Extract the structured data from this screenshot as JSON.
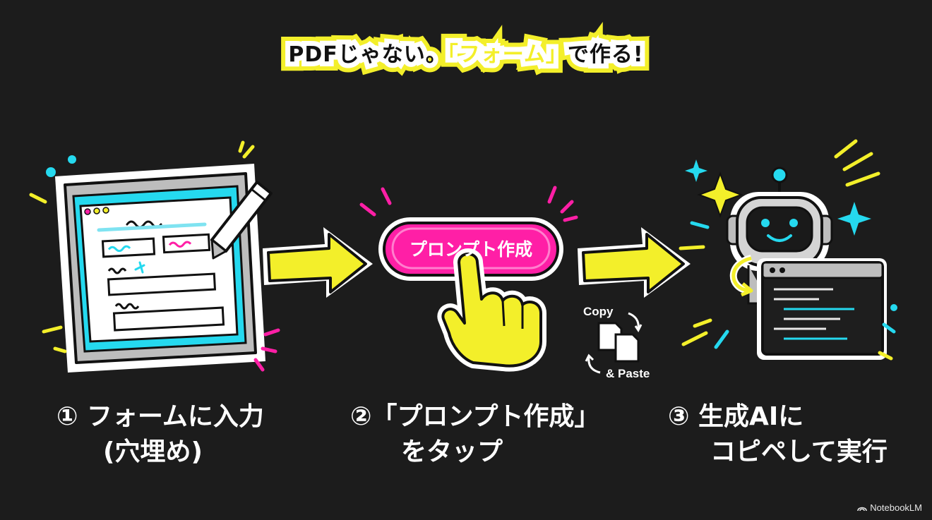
{
  "title": {
    "part1": "PDFじゃない。",
    "part2": "「フォーム」",
    "part3": "で作る!"
  },
  "steps": [
    {
      "line1": "① フォームに入力",
      "line2": "(穴埋め)"
    },
    {
      "line1": "②「プロンプト作成」",
      "line2": "をタップ"
    },
    {
      "line1": "③ 生成AIに",
      "line2": "コピペして実行"
    }
  ],
  "button_label": "プロンプト作成",
  "copy_paste": {
    "copy": "Copy",
    "paste": "& Paste"
  },
  "brand": "NotebookLM",
  "colors": {
    "background": "#1c1c1c",
    "accent_yellow": "#f3ef2a",
    "accent_pink": "#ff1fa6",
    "accent_cyan": "#25d9ef"
  },
  "icons": [
    "tablet-form-icon",
    "pencil-icon",
    "arrow-right-icon",
    "pointing-hand-icon",
    "copy-paste-icon",
    "robot-icon",
    "code-window-icon",
    "sparkle-icon",
    "notebooklm-logo-icon"
  ]
}
